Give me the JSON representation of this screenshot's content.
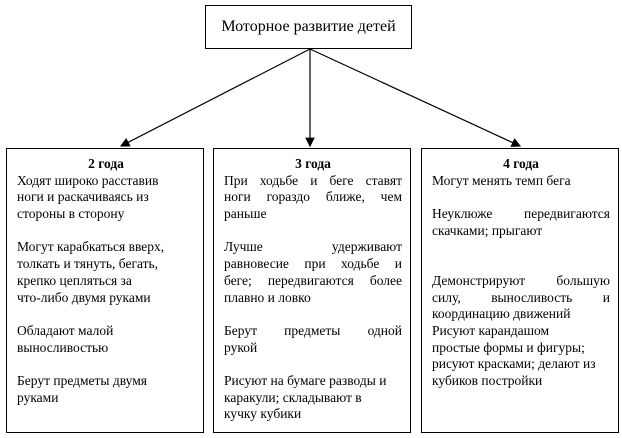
{
  "title": "Моторное развитие детей",
  "columns": [
    {
      "title": "2 года",
      "lines": [
        {
          "t": "Ходят широко расставив"
        },
        {
          "t": "ноги и раскачиваясь из"
        },
        {
          "t": "стороны в сторону"
        },
        {
          "t": ""
        },
        {
          "t": "Могут карабкаться вверх,"
        },
        {
          "t": "толкать и тянуть, бегать,"
        },
        {
          "t": "крепко цепляться за"
        },
        {
          "t": "что-либо двумя руками"
        },
        {
          "t": ""
        },
        {
          "t": "Обладают малой"
        },
        {
          "t": "выносливостью"
        },
        {
          "t": ""
        },
        {
          "t": "Берут предметы двумя"
        },
        {
          "t": "руками"
        }
      ]
    },
    {
      "title": "3 года",
      "lines": [
        {
          "t": "При ходьбе и беге ставят",
          "j": true
        },
        {
          "t": "ноги гораздо ближе, чем",
          "j": true
        },
        {
          "t": "раньше"
        },
        {
          "t": ""
        },
        {
          "t": "Лучше удерживают",
          "j": true
        },
        {
          "t": "равновесие при ходьбе и",
          "j": true
        },
        {
          "t": "беге; передвигаются более",
          "j": true
        },
        {
          "t": "плавно и ловко"
        },
        {
          "t": ""
        },
        {
          "t": "Берут предметы одной",
          "j": true
        },
        {
          "t": "рукой"
        },
        {
          "t": ""
        },
        {
          "t": "Рисуют на бумаге разводы и"
        },
        {
          "t": "каракули; складывают в"
        },
        {
          "t": "кучку кубики"
        }
      ]
    },
    {
      "title": "4 года",
      "lines": [
        {
          "t": "Могут менять темп бега"
        },
        {
          "t": ""
        },
        {
          "t": "Неуклюже передвигаются",
          "j": true
        },
        {
          "t": "скачками; прыгают"
        },
        {
          "t": ""
        },
        {
          "t": ""
        },
        {
          "t": "Демонстрируют большую",
          "j": true
        },
        {
          "t": "силу, выносливость и",
          "j": true
        },
        {
          "t": "координацию движений"
        },
        {
          "t": "Рисуют карандашом"
        },
        {
          "t": "простые формы и фигуры;"
        },
        {
          "t": "рисуют красками; делают из"
        },
        {
          "t": "кубиков постройки"
        }
      ]
    }
  ]
}
